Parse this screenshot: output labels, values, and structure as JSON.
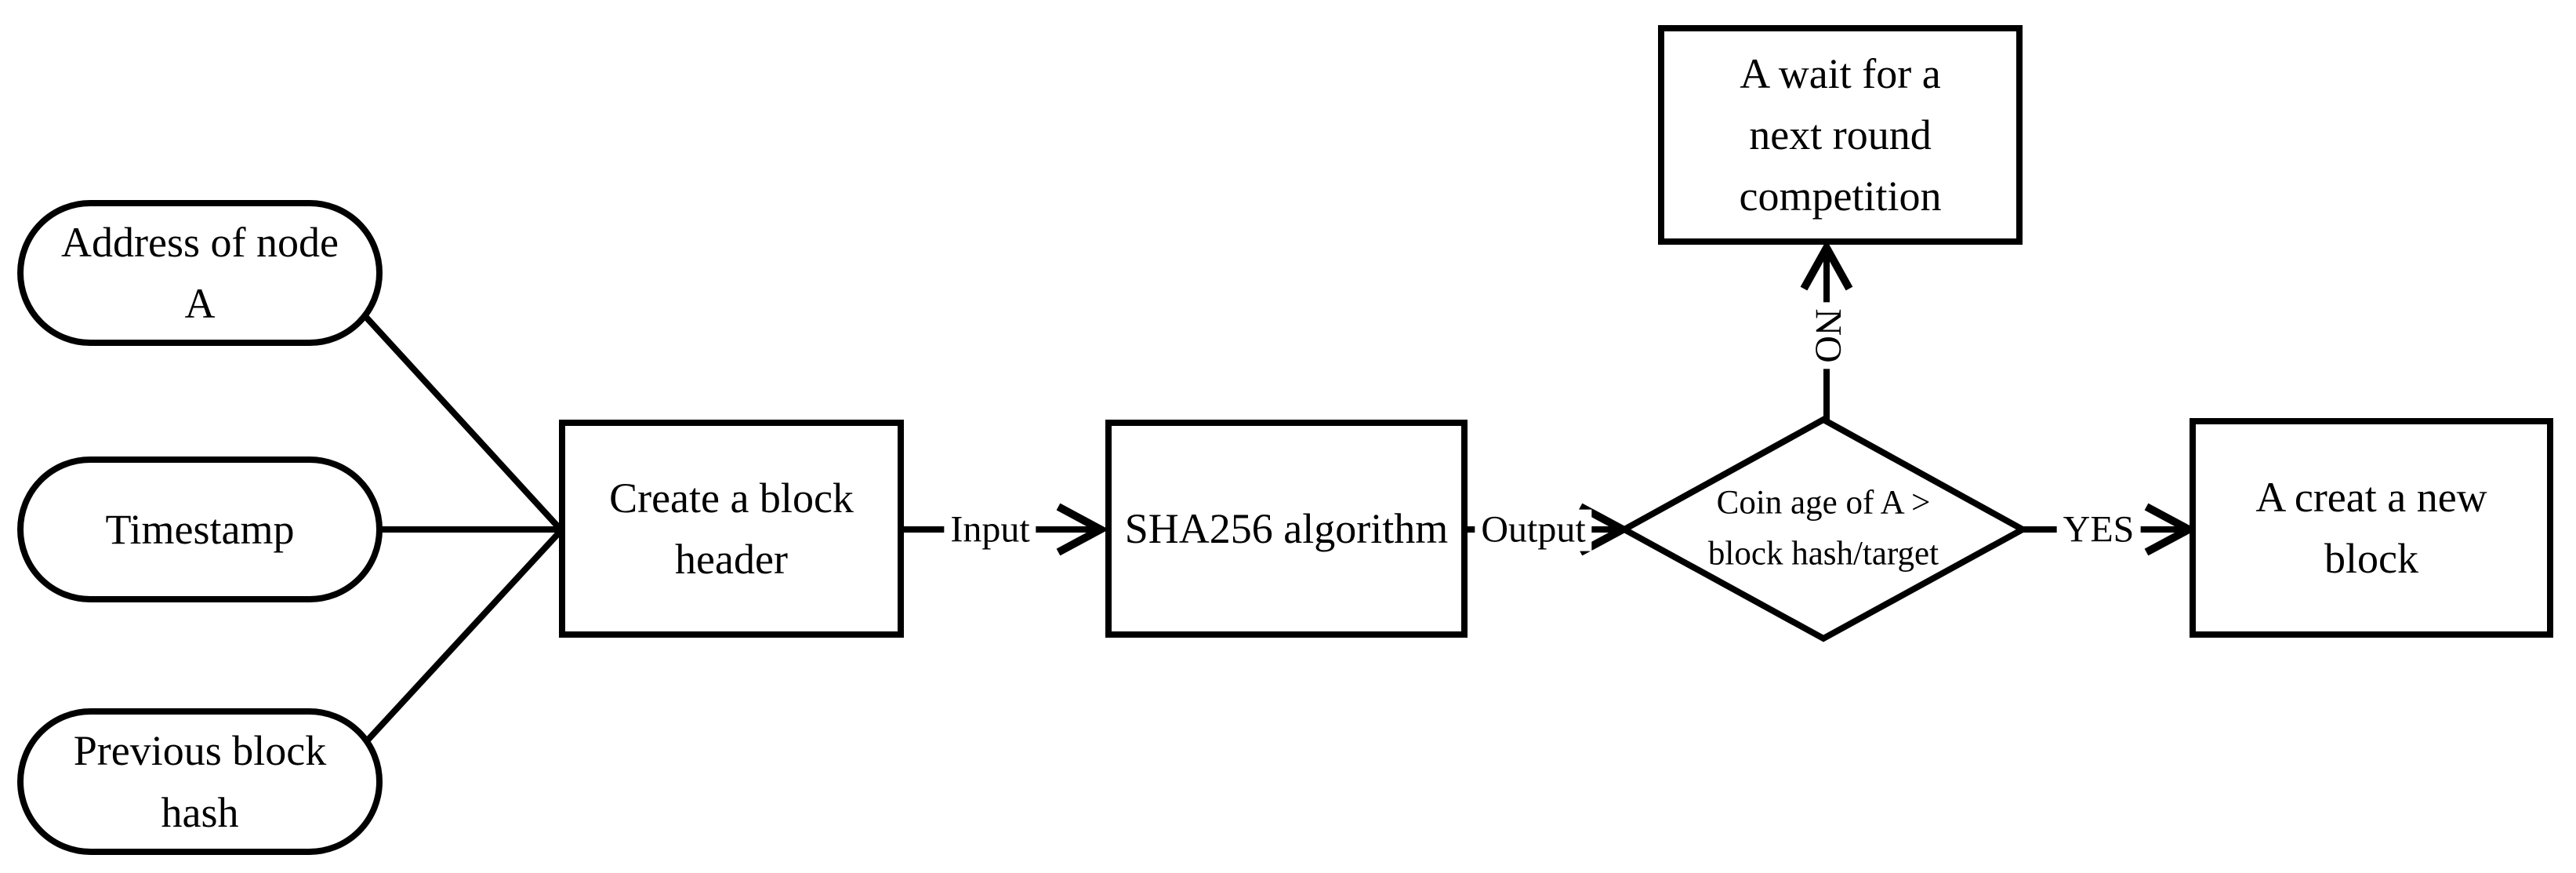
{
  "canvas": {
    "background": "#ffffff",
    "stroke_color": "#000000"
  },
  "nodes": {
    "address_of_node": {
      "label": "Address of node A"
    },
    "timestamp": {
      "label": "Timestamp"
    },
    "previous_block_hash": {
      "label": "Previous block hash"
    },
    "create_block_header": {
      "label": "Create a block header"
    },
    "sha256_algorithm": {
      "label": "SHA256 algorithm"
    },
    "coin_age_decision": {
      "label": "Coin age of A > block hash/target"
    },
    "wait_next_round": {
      "label": "A wait for a next round competition"
    },
    "create_new_block": {
      "label": "A creat a new block"
    }
  },
  "edges": {
    "input_label": "Input",
    "output_label": "Output",
    "yes_label": "YES",
    "no_label": "NO"
  }
}
